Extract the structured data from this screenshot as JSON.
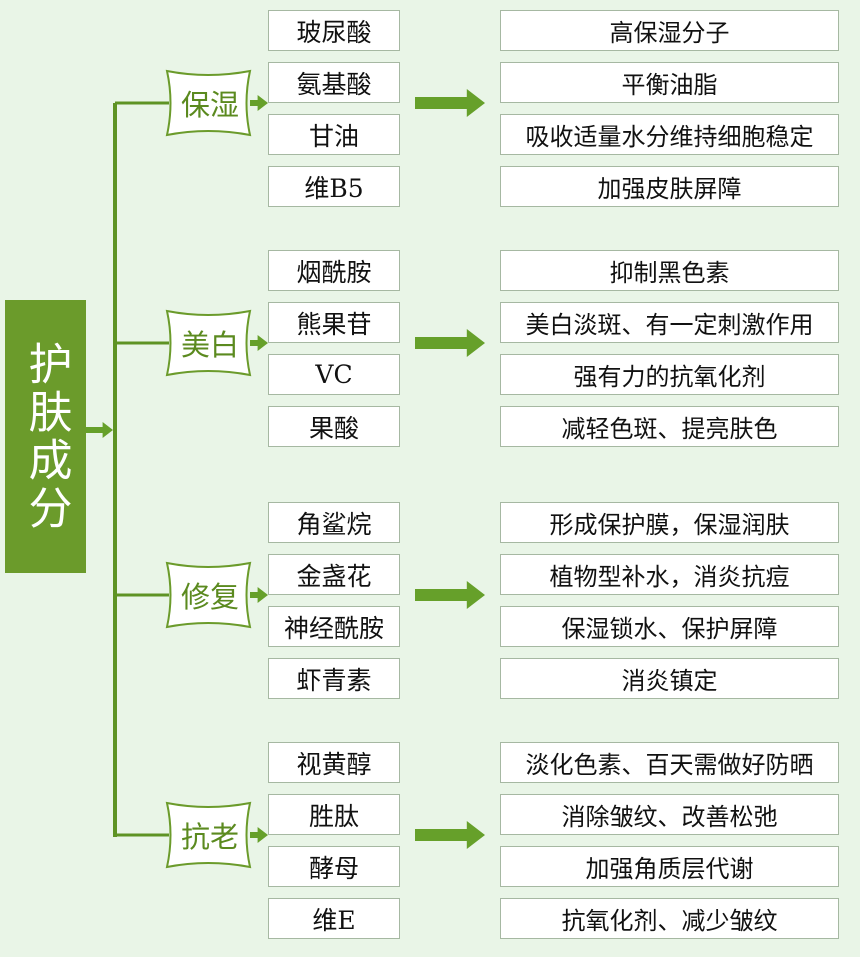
{
  "root": "护肤成分",
  "colors": {
    "accent": "#6b9b2b",
    "line": "#5e9324",
    "background": "#e9f5e7"
  },
  "groups": [
    {
      "name": "保湿",
      "items": [
        {
          "ingredient": "玻尿酸",
          "effect": "高保湿分子"
        },
        {
          "ingredient": "氨基酸",
          "effect": "平衡油脂"
        },
        {
          "ingredient": "甘油",
          "effect": "吸收适量水分维持细胞稳定"
        },
        {
          "ingredient": "维B5",
          "effect": "加强皮肤屏障"
        }
      ]
    },
    {
      "name": "美白",
      "items": [
        {
          "ingredient": "烟酰胺",
          "effect": "抑制黑色素"
        },
        {
          "ingredient": "熊果苷",
          "effect": "美白淡斑、有一定刺激作用"
        },
        {
          "ingredient": "VC",
          "effect": "强有力的抗氧化剂"
        },
        {
          "ingredient": "果酸",
          "effect": "减轻色斑、提亮肤色"
        }
      ]
    },
    {
      "name": "修复",
      "items": [
        {
          "ingredient": "角鲨烷",
          "effect": "形成保护膜，保湿润肤"
        },
        {
          "ingredient": "金盏花",
          "effect": "植物型补水，消炎抗痘"
        },
        {
          "ingredient": "神经酰胺",
          "effect": "保湿锁水、保护屏障"
        },
        {
          "ingredient": "虾青素",
          "effect": "消炎镇定"
        }
      ]
    },
    {
      "name": "抗老",
      "items": [
        {
          "ingredient": "视黄醇",
          "effect": "淡化色素、百天需做好防晒"
        },
        {
          "ingredient": "胜肽",
          "effect": "消除皱纹、改善松弛"
        },
        {
          "ingredient": "酵母",
          "effect": "加强角质层代谢"
        },
        {
          "ingredient": "维E",
          "effect": "抗氧化剂、减少皱纹"
        }
      ]
    }
  ]
}
